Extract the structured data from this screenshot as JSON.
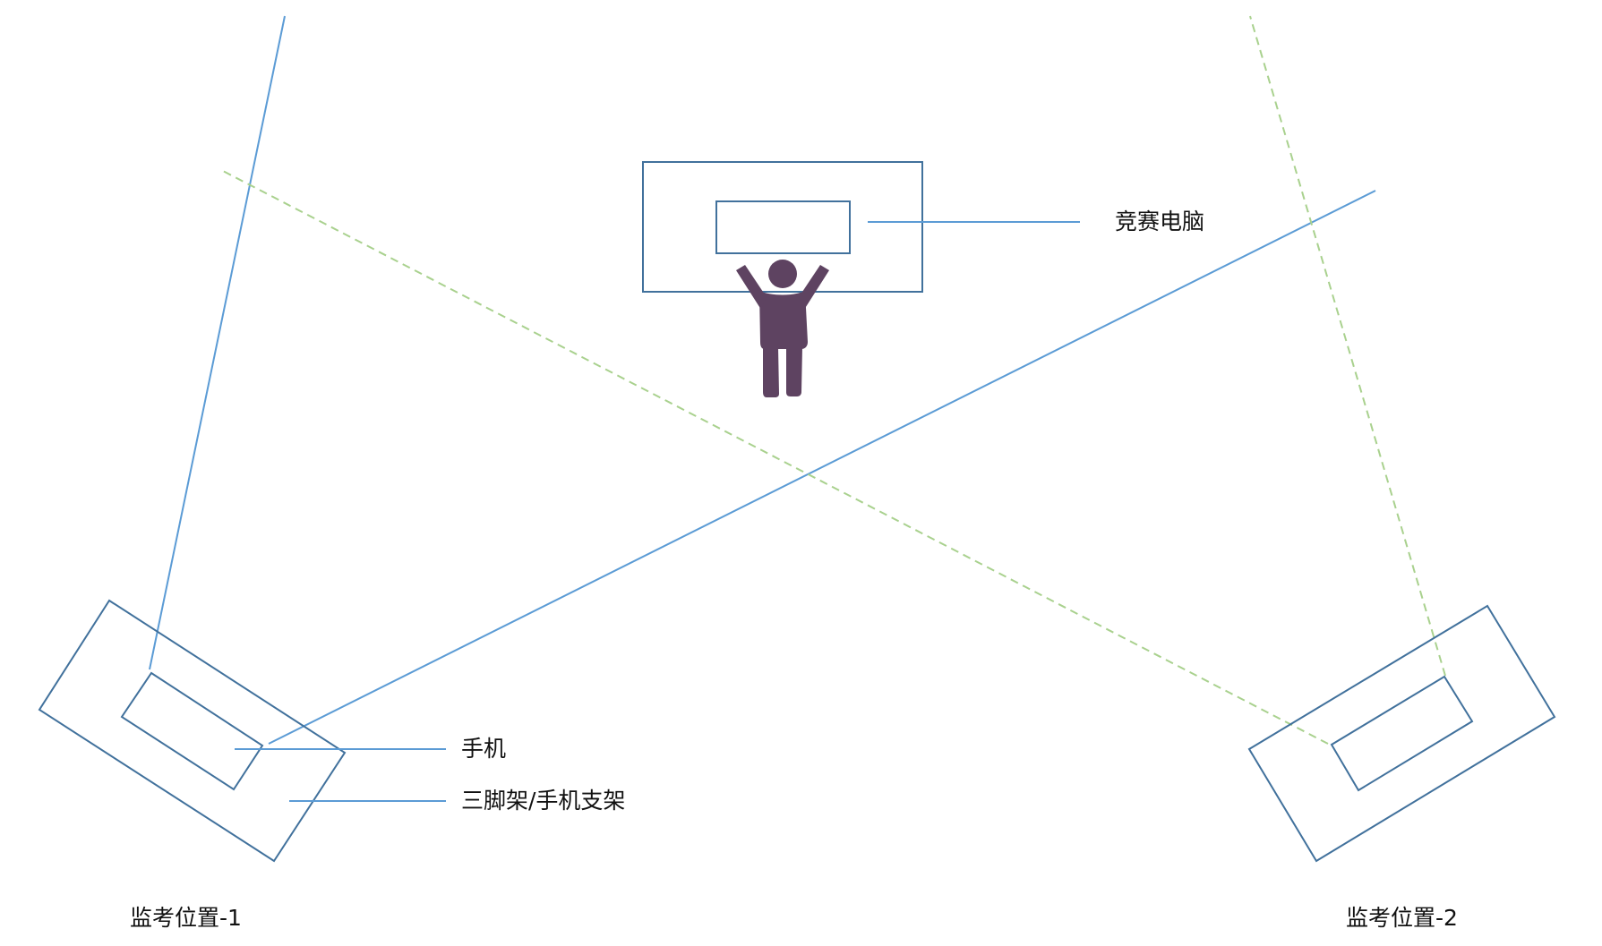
{
  "labels": {
    "competition_pc": "竞赛电脑",
    "phone": "手机",
    "tripod": "三脚架/手机支架",
    "position_1": "监考位置-1",
    "position_2": "监考位置-2"
  },
  "colors": {
    "outline": "#41719c",
    "sight_solid": "#5b9bd5",
    "sight_dashed": "#a9d18e",
    "person": "#5e4361",
    "text": "#111111"
  },
  "icons": {
    "person": "person-arms-raised-icon"
  }
}
